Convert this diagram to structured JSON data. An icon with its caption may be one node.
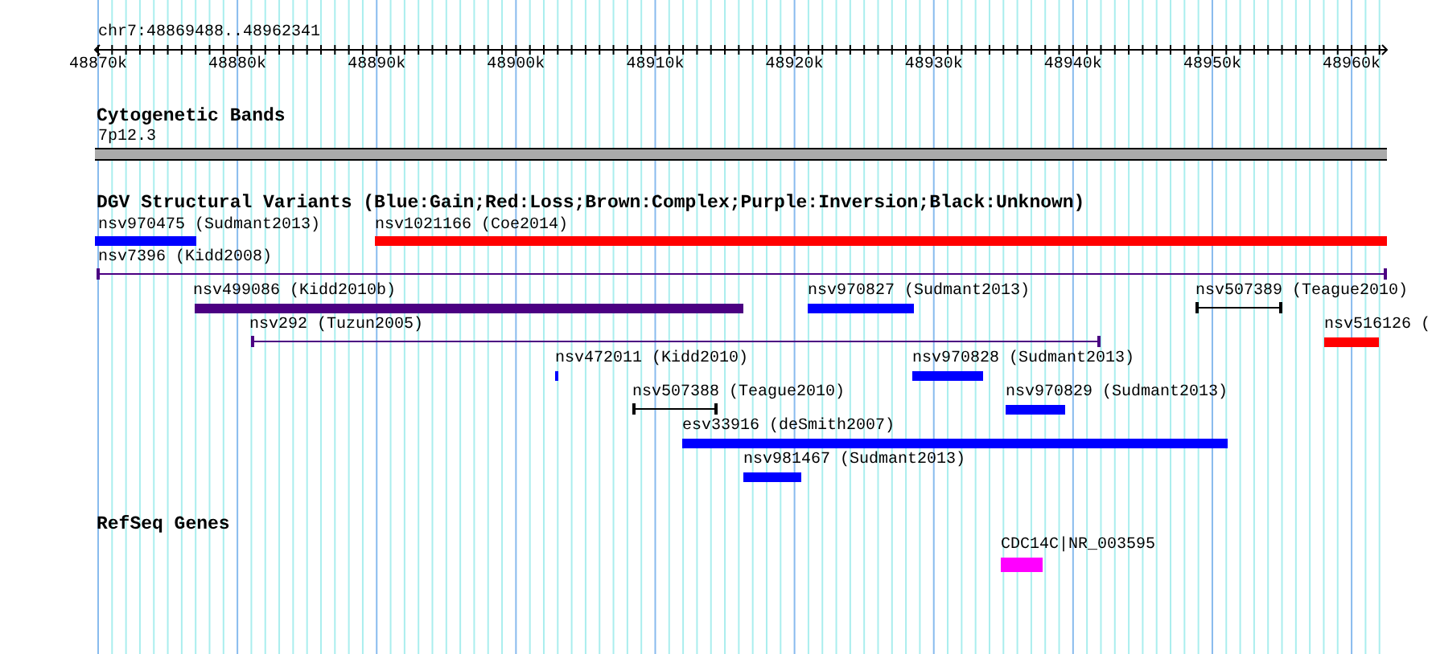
{
  "diagram": {
    "labels": [
      "chr7:48869488..48962341",
      "48870k",
      "48880k",
      "48890k",
      "48900k",
      "48910k",
      "48920k",
      "48930k",
      "48940k",
      "48950k",
      "48960k",
      "Cytogenetic Bands",
      "7p12.3",
      "DGV Structural Variants (Blue:Gain;Red:Loss;Brown:Complex;Purple:Inversion;Black:Unknown)",
      "nsv970475 (Sudmant2013)",
      "nsv1021166 (Coe2014)",
      "nsv7396 (Kidd2008)",
      "nsv499086 (Kidd2010b)",
      "nsv970827 (Sudmant2013)",
      "nsv507389 (Teague2010)",
      "nsv292 (Tuzun2005)",
      "nsv516126 (",
      "nsv472011 (Kidd2010)",
      "nsv970828 (Sudmant2013)",
      "nsv507388 (Teague2010)",
      "nsv970829 (Sudmant2013)",
      "esv33916 (deSmith2007)",
      "nsv981467 (Sudmant2013)",
      "RefSeq Genes",
      "CDC14C|NR_003595"
    ]
  }
}
